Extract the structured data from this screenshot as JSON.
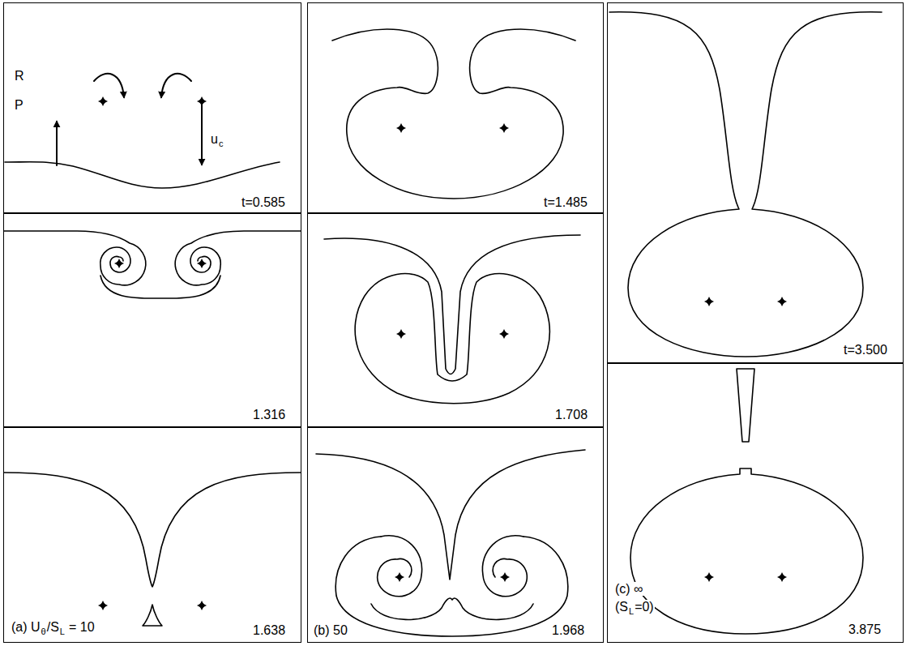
{
  "diagram": {
    "nodes": [
      {
        "text": [
          "R",
          "P",
          "u",
          "c",
          "t=0.585"
        ]
      },
      {
        "text": [
          "1.316"
        ]
      },
      {
        "text": [
          "(a) U",
          "θ",
          "/S",
          "L",
          "= 10",
          "1.638"
        ]
      },
      {
        "text": [
          "t=1.485"
        ]
      },
      {
        "text": [
          "1.708"
        ]
      },
      {
        "text": [
          "(b) 50",
          "1.968"
        ]
      },
      {
        "text": [
          "t=3.500"
        ]
      },
      {
        "text": [
          "(c) ∞",
          "(S",
          "L",
          "=0)",
          "3.875"
        ]
      }
    ]
  }
}
